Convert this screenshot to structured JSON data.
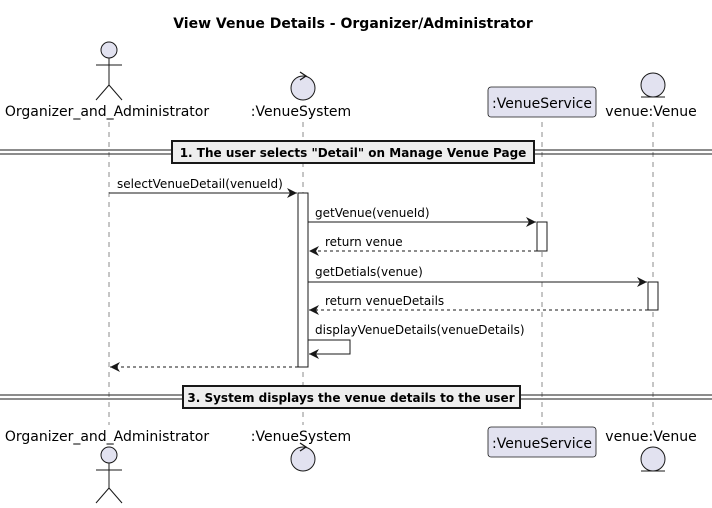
{
  "diagram": {
    "title": "View Venue Details - Organizer/Administrator",
    "participants": [
      {
        "id": "org",
        "label": "Organizer_and_Administrator",
        "kind": "actor"
      },
      {
        "id": "sys",
        "label": ":VenueSystem",
        "kind": "control"
      },
      {
        "id": "svc",
        "label": ":VenueService",
        "kind": "participant"
      },
      {
        "id": "ven",
        "label": "venue:Venue",
        "kind": "entity"
      }
    ],
    "dividers": [
      "1. The user selects \"Detail\" on Manage Venue Page",
      "3. System displays the venue details to the user"
    ],
    "messages": [
      {
        "from": "org",
        "to": "sys",
        "label": "selectVenueDetail(venueId)",
        "type": "sync"
      },
      {
        "from": "sys",
        "to": "svc",
        "label": "getVenue(venueId)",
        "type": "sync"
      },
      {
        "from": "svc",
        "to": "sys",
        "label": "return venue",
        "type": "return"
      },
      {
        "from": "sys",
        "to": "ven",
        "label": "getDetials(venue)",
        "type": "sync"
      },
      {
        "from": "ven",
        "to": "sys",
        "label": "return venueDetails",
        "type": "return"
      },
      {
        "from": "sys",
        "to": "sys",
        "label": "displayVenueDetails(venueDetails)",
        "type": "self"
      },
      {
        "from": "sys",
        "to": "org",
        "label": "",
        "type": "return"
      }
    ],
    "colors": {
      "participant_fill": "#e2e2f0",
      "participant_stroke": "#181818",
      "divider_fill": "#eeeeee",
      "lifeline": "#181818",
      "activation_fill": "#ffffff"
    }
  }
}
